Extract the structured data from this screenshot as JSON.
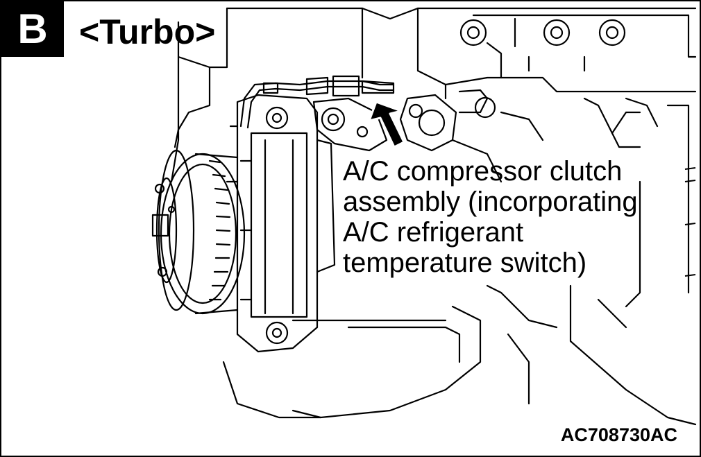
{
  "badge": "B",
  "variant_label": "<Turbo>",
  "callout_lines": [
    "A/C compressor clutch",
    "assembly (incorporating",
    "A/C refrigerant",
    "temperature switch)"
  ],
  "figure_id": "AC708730AC"
}
